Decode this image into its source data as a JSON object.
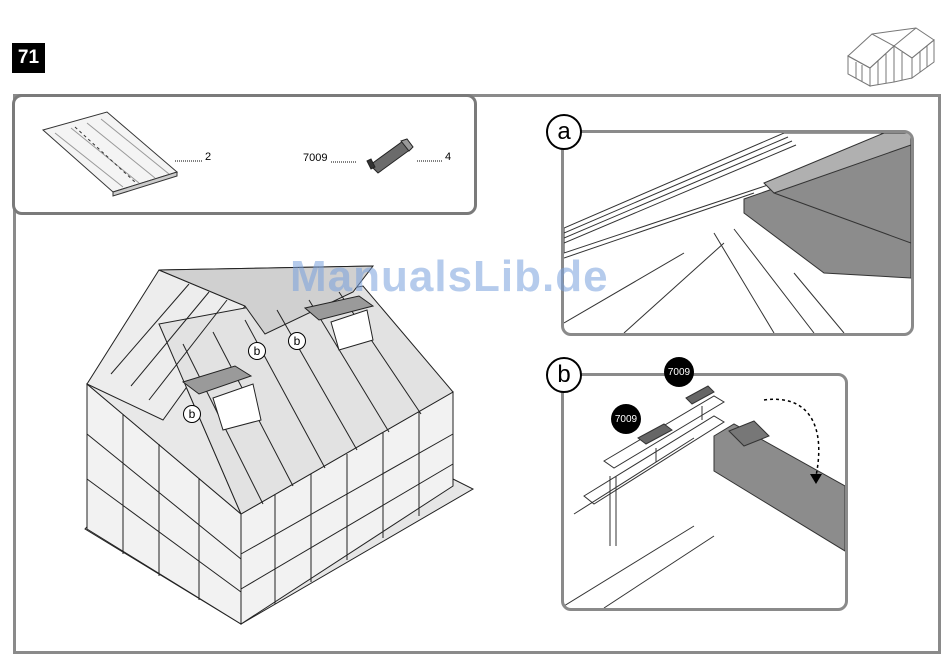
{
  "step": {
    "number": "71"
  },
  "parts": [
    {
      "code": "",
      "qty": "2"
    },
    {
      "code": "7009",
      "qty": "4"
    }
  ],
  "details": {
    "a": {
      "label": "a"
    },
    "b": {
      "label": "b",
      "codes": [
        "7009",
        "7009"
      ]
    }
  },
  "callouts": {
    "b": "b"
  },
  "watermark": "ManualsLib.de",
  "icons": [
    "greenhouse-thumbnail-icon",
    "roof-panel-part-icon",
    "connector-profile-part-icon",
    "rotate-arrow-icon"
  ]
}
